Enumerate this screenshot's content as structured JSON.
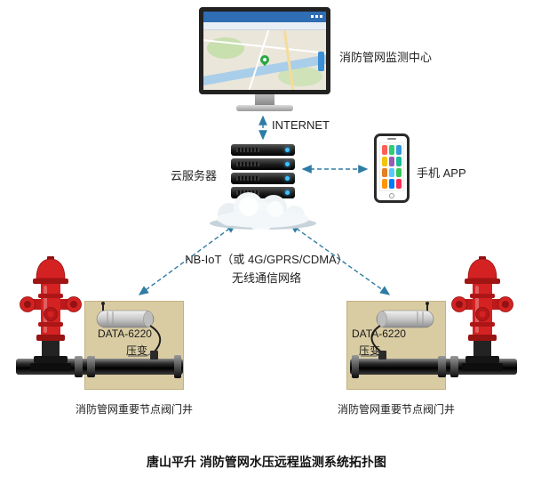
{
  "title": "唐山平升 消防管网水压远程监测系统拓扑图",
  "monitor": {
    "label": "消防管网监测中心"
  },
  "internet": {
    "label": "INTERNET"
  },
  "server": {
    "label": "云服务器"
  },
  "phone": {
    "label": "手机 APP"
  },
  "network": {
    "line1": "NB-IoT（或 4G/GPRS/CDMA）",
    "line2": "无线通信网络"
  },
  "wells": [
    {
      "device": "DATA-6220",
      "sensor": "压变",
      "caption": "消防管网重要节点阀门井"
    },
    {
      "device": "DATA-6220",
      "sensor": "压变",
      "caption": "消防管网重要节点阀门井"
    }
  ],
  "colors": {
    "arrow": "#2e7ca5",
    "box": "#d9cca3",
    "hydrant": "#d42222",
    "server_led": "#3fc1ff",
    "map_pin": "#27a844"
  }
}
